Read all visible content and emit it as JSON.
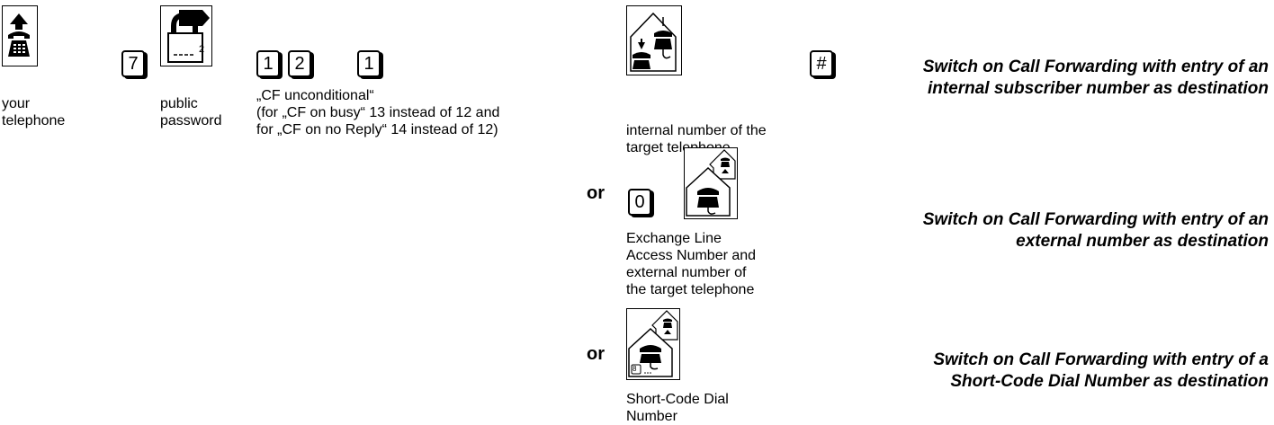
{
  "steps": {
    "your_telephone": "your\ntelephone",
    "key_7": "7",
    "public_password": "public\npassword",
    "password_digit": "2",
    "key_1a": "1",
    "key_2": "2",
    "key_1b": "1",
    "cf_caption": "„CF unconditional“\n(for „CF on busy“ 13 instead of 12 and\nfor „CF on no Reply“ 14 instead of 12)",
    "internal_caption": "internal number of the\ntarget telephone",
    "key_hash": "#",
    "or_1": "or",
    "key_0": "0",
    "external_caption": "Exchange Line\nAccess Number and\nexternal number of\nthe target telephone",
    "or_2": "or",
    "short_code_key": "8",
    "short_code_caption": "Short-Code Dial\nNumber"
  },
  "descriptions": {
    "internal": "Switch on Call Forwarding with entry of an\ninternal subscriber number as destination",
    "external": "Switch on Call Forwarding with entry of an\nexternal number as destination",
    "short_code": "Switch on Call Forwarding with entry of a\nShort-Code Dial Number as destination"
  }
}
